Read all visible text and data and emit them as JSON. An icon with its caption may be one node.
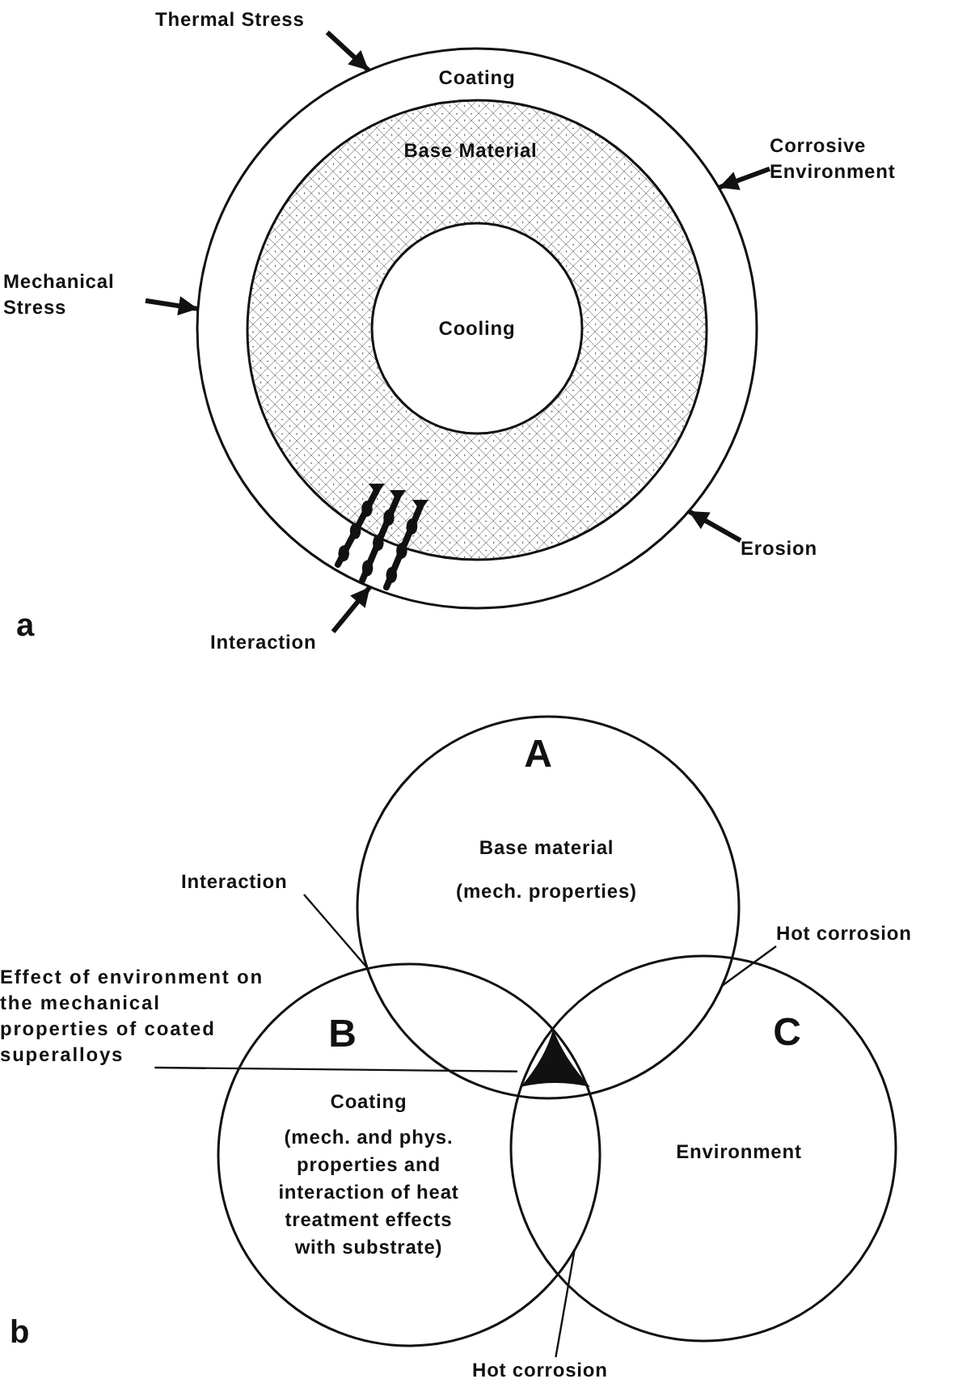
{
  "diagram": {
    "nodes": [
      {
        "text": [
          "Coating"
        ]
      },
      {
        "text": [
          "Base Material"
        ],
        "in": 0
      },
      {
        "text": [
          "Cooling"
        ],
        "in": 1
      },
      {
        "text": [
          "Thermal Stress"
        ]
      },
      {
        "text": [
          "Corrosive Environment"
        ]
      },
      {
        "text": [
          "Mechanical Stress"
        ]
      },
      {
        "text": [
          "Erosion"
        ]
      },
      {
        "text": [
          "Interaction"
        ]
      },
      {
        "text": [
          "A",
          "Base material",
          "(mech. properties)"
        ]
      },
      {
        "text": [
          "B",
          "Coating",
          "(mech. and phys. properties and interaction of heat treatment effects with substrate)"
        ]
      },
      {
        "text": [
          "C",
          "Environment"
        ]
      },
      {
        "text": [
          "Interaction"
        ]
      },
      {
        "text": [
          "Effect of environment on the mechanical properties of coated superalloys"
        ]
      },
      {
        "text": [],
        "shape": "triangle"
      },
      {
        "text": [
          "Hot corrosion"
        ]
      },
      {
        "text": [
          "Hot corrosion"
        ]
      }
    ],
    "edges": [
      {
        "from": 3,
        "to": 0,
        "arrow": "to"
      },
      {
        "from": 4,
        "to": 0,
        "arrow": "to"
      },
      {
        "from": 5,
        "to": 0,
        "arrow": "to"
      },
      {
        "from": 6,
        "to": 0,
        "arrow": "to"
      },
      {
        "from": 7,
        "to": 0,
        "arrow": "to"
      },
      {
        "from": 11,
        "to": 8,
        "arrow": "none"
      },
      {
        "from": 12,
        "to": 13,
        "arrow": "none"
      },
      {
        "from": 14,
        "to": 8,
        "arrow": "none"
      },
      {
        "from": 15,
        "to": 9,
        "arrow": "none"
      }
    ],
    "labels": [
      "a",
      "b"
    ]
  }
}
